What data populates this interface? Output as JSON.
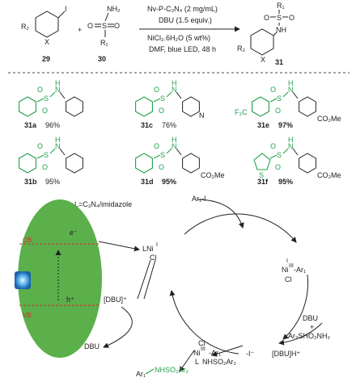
{
  "reaction": {
    "reactant1_label": "29",
    "reactant2_label": "30",
    "product_label": "31",
    "conditions_above": [
      "Nv-P-C₃N₄ (2 mg/mL)",
      "DBU (1.5 equiv.)"
    ],
    "conditions_below": [
      "NiCl₂.6H₂O (5 wt%)",
      "DMF, blue LED, 48 h"
    ],
    "plus": "+",
    "r2": "R₂",
    "x": "X",
    "i": "I",
    "r1": "R₁",
    "nh2": "NH₂",
    "nh": "NH",
    "o": "O",
    "s": "S"
  },
  "products": [
    {
      "id": "31a",
      "yield": "96%"
    },
    {
      "id": "31c",
      "yield": "76%"
    },
    {
      "id": "31e",
      "yield": "97%"
    },
    {
      "id": "31b",
      "yield": "95%"
    },
    {
      "id": "31d",
      "yield": "95%"
    },
    {
      "id": "31f",
      "yield": "95%"
    }
  ],
  "product_labels": {
    "n": "N",
    "h": "H",
    "co2me": "CO₂Me",
    "f3c": "F₃C",
    "s": "S"
  },
  "mechanism": {
    "ligand_def": "L=C₃N₄/imidazole",
    "ar1i": "Ar₁-I",
    "cb": "CB",
    "vb": "VB",
    "electron": "e⁻",
    "hole": "h⁺",
    "dbu_plus": "[DBU]⁺",
    "dbu": "DBU",
    "lni_cl_top": "LNi",
    "lni_ox": "I",
    "cl": "Cl",
    "ni3_top_i": "I",
    "ni3_top": "Ni",
    "ni3_ox": "III",
    "ar1": "-Ar₁",
    "ni3_cl": "Cl",
    "dbu_reagent": "DBU",
    "plus": "+",
    "sulfonamide": "Ar₂SHO₂NH₂",
    "dbuh": "[DBU]H⁺",
    "minus_i": "-I⁻",
    "ni3_bot_cl": "Cl",
    "ni3_bot": "Ni",
    "ni3_bot_ox": "III",
    "ni3_bot_ar": "-Ar₁",
    "ni3_bot_nh": "NHSO₂Ar₂",
    "ni3_bot_l": "L",
    "product_ar": "Ar₁",
    "product_nh": "NHSO₂Ar₂"
  },
  "colors": {
    "green": "#21a04a",
    "ellipse": "#5bb04b",
    "red": "#d62c2c"
  }
}
